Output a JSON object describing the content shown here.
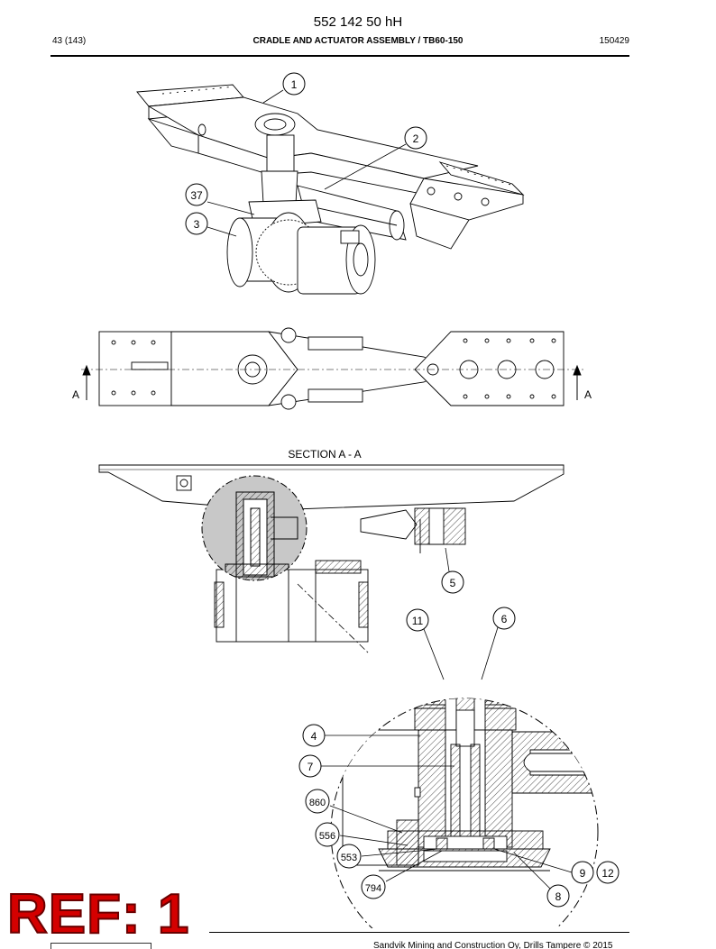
{
  "header": {
    "doc_number": "552 142 50 hH",
    "page": "43 (143)",
    "title": "CRADLE AND ACTUATOR ASSEMBLY / TB60-150",
    "date": "150429"
  },
  "drawing": {
    "section_label": "SECTION A - A",
    "section_marker": "A",
    "callouts": [
      "1",
      "2",
      "37",
      "3",
      "5",
      "11",
      "6",
      "4",
      "7",
      "860",
      "556",
      "553",
      "794",
      "9",
      "12",
      "8"
    ]
  },
  "footer": {
    "copyright": "Sandvik Mining and Construction Oy, Drills Tampere © 2015"
  },
  "stamp": {
    "text": "REF: 1"
  }
}
